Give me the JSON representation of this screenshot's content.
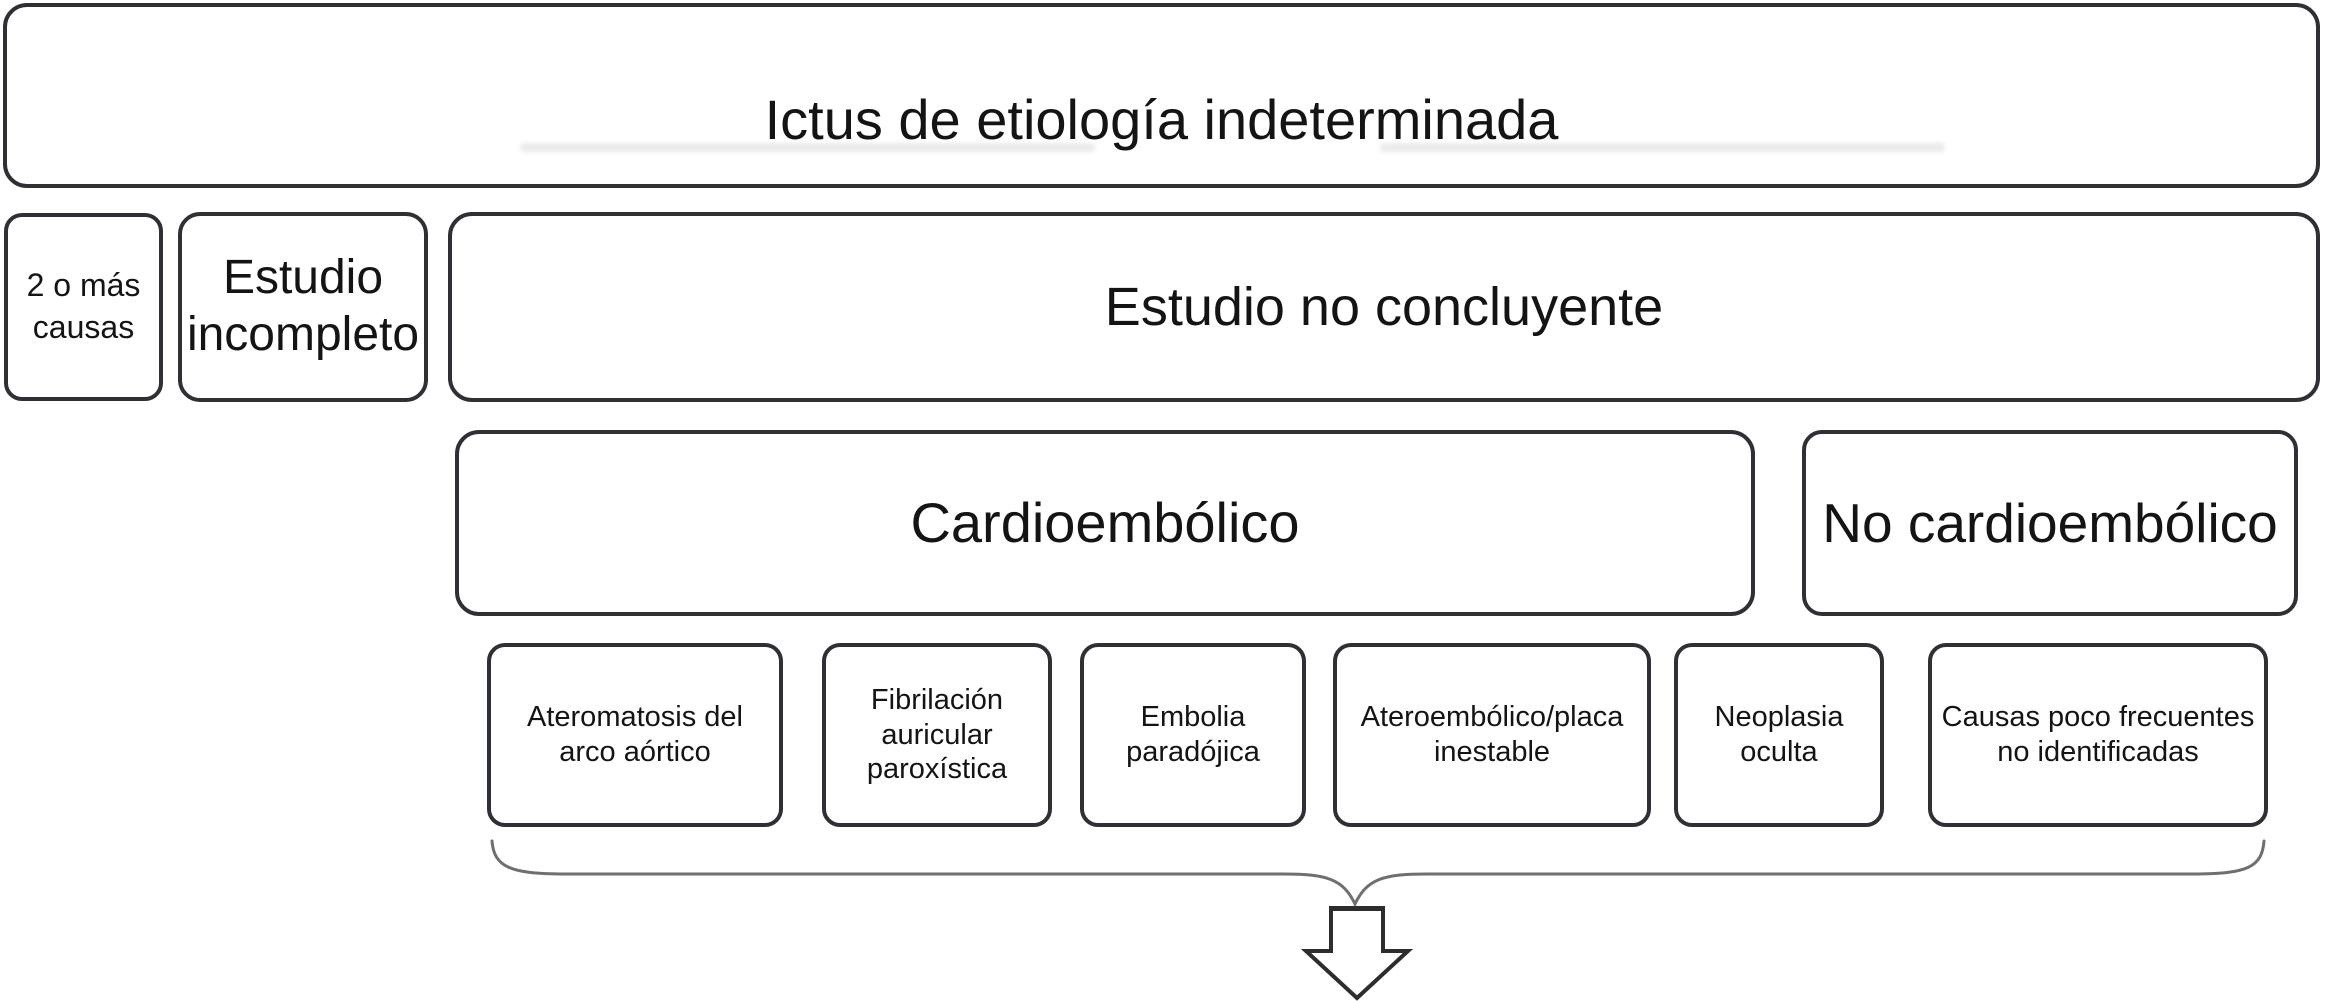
{
  "colors": {
    "box_border": "#2e3036",
    "text": "#141414",
    "brace": "#6f6f6f",
    "arrow_outline": "#2d2d2d",
    "bg": "#ffffff"
  },
  "root": {
    "label": "Ictus de etiología indeterminada"
  },
  "categories": [
    {
      "label": "2 o más causas"
    },
    {
      "label": "Estudio incompleto"
    },
    {
      "label": "Estudio no concluyente"
    }
  ],
  "subtypes": [
    {
      "label": "Cardioembólico"
    },
    {
      "label": "No cardioembólico"
    }
  ],
  "causes": [
    {
      "label": "Ateromatosis del arco aórtico"
    },
    {
      "label": "Fibrilación auricular paroxística"
    },
    {
      "label": "Embolia paradójica"
    },
    {
      "label": "Ateroembólico/placa inestable"
    },
    {
      "label": "Neoplasia oculta"
    },
    {
      "label": "Causas poco frecuentes no identificadas"
    }
  ],
  "icons": {
    "brace": "horizontal-curly-brace",
    "down_arrow": "hollow-down-arrow"
  }
}
